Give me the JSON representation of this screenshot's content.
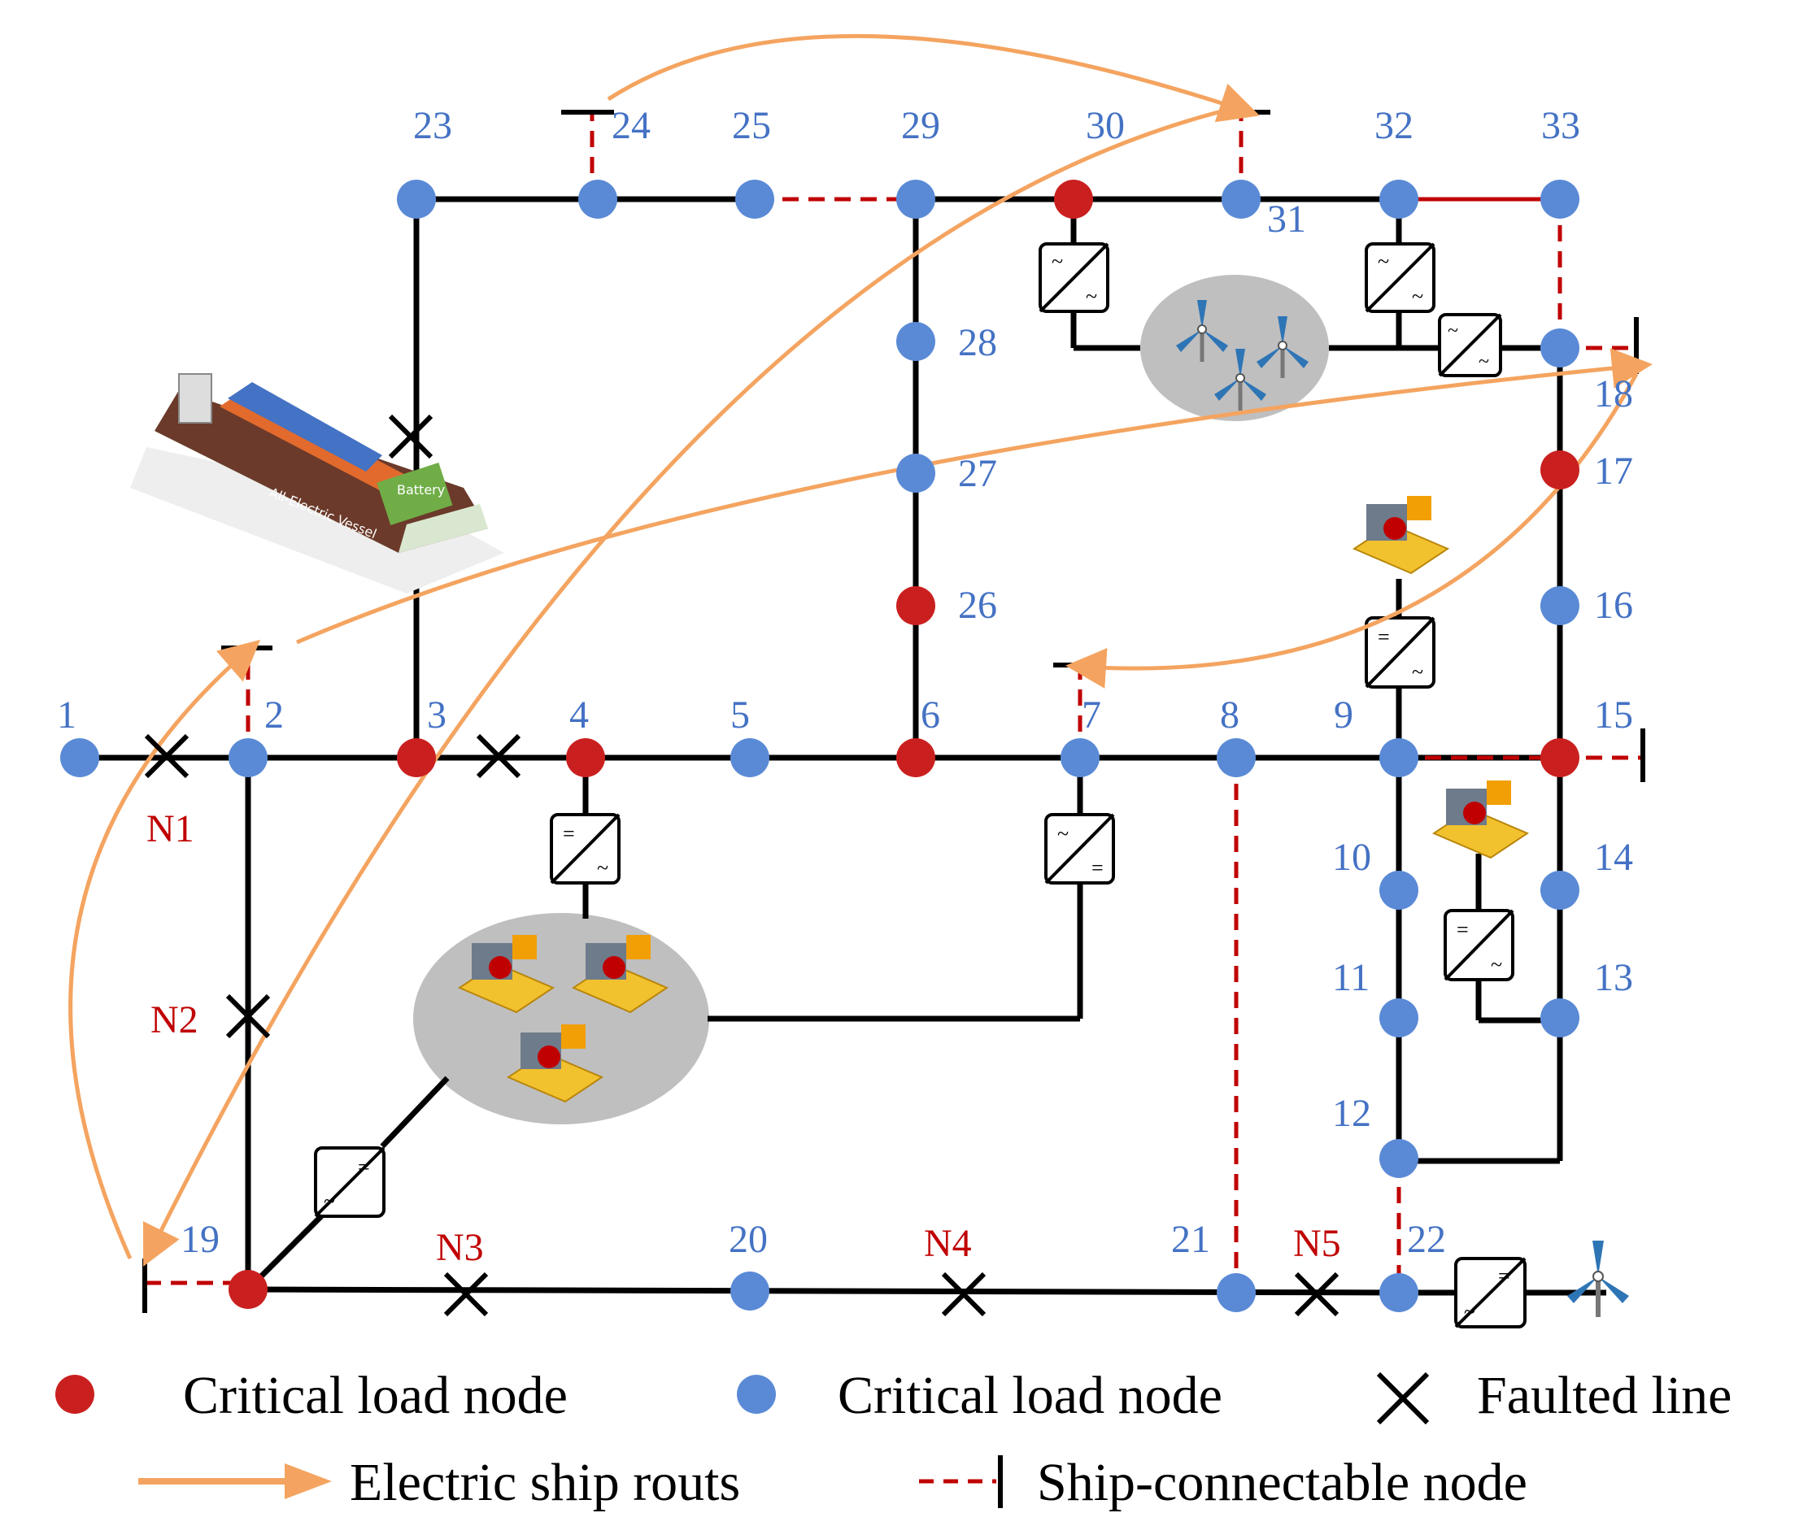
{
  "colors": {
    "critical_node": "#C9201F",
    "normal_node": "#4472C4",
    "line": "#000000",
    "ship_link": "#C00000",
    "ship_route": "#F4A460",
    "cloud": "#BFBFBF",
    "node_label": "#4472C4",
    "fault_label": "#C00000"
  },
  "nodes": [
    {
      "id": "1",
      "label": "1",
      "type": "normal"
    },
    {
      "id": "2",
      "label": "2",
      "type": "normal"
    },
    {
      "id": "3",
      "label": "3",
      "type": "critical"
    },
    {
      "id": "4",
      "label": "4",
      "type": "critical"
    },
    {
      "id": "5",
      "label": "5",
      "type": "normal"
    },
    {
      "id": "6",
      "label": "6",
      "type": "critical"
    },
    {
      "id": "7",
      "label": "7",
      "type": "normal"
    },
    {
      "id": "8",
      "label": "8",
      "type": "normal"
    },
    {
      "id": "9",
      "label": "9",
      "type": "normal"
    },
    {
      "id": "10",
      "label": "10",
      "type": "normal"
    },
    {
      "id": "11",
      "label": "11",
      "type": "normal"
    },
    {
      "id": "12",
      "label": "12",
      "type": "normal"
    },
    {
      "id": "13",
      "label": "13",
      "type": "normal"
    },
    {
      "id": "14",
      "label": "14",
      "type": "normal"
    },
    {
      "id": "15",
      "label": "15",
      "type": "critical"
    },
    {
      "id": "16",
      "label": "16",
      "type": "normal"
    },
    {
      "id": "17",
      "label": "17",
      "type": "critical"
    },
    {
      "id": "18",
      "label": "18",
      "type": "normal"
    },
    {
      "id": "19",
      "label": "19",
      "type": "critical"
    },
    {
      "id": "20",
      "label": "20",
      "type": "normal"
    },
    {
      "id": "21",
      "label": "21",
      "type": "normal"
    },
    {
      "id": "22",
      "label": "22",
      "type": "normal"
    },
    {
      "id": "23",
      "label": "23",
      "type": "normal"
    },
    {
      "id": "24",
      "label": "24",
      "type": "normal"
    },
    {
      "id": "25",
      "label": "25",
      "type": "normal"
    },
    {
      "id": "26",
      "label": "26",
      "type": "critical"
    },
    {
      "id": "27",
      "label": "27",
      "type": "normal"
    },
    {
      "id": "28",
      "label": "28",
      "type": "normal"
    },
    {
      "id": "29",
      "label": "29",
      "type": "normal"
    },
    {
      "id": "30",
      "label": "30",
      "type": "critical"
    },
    {
      "id": "31",
      "label": "31",
      "type": "normal"
    },
    {
      "id": "32",
      "label": "32",
      "type": "normal"
    },
    {
      "id": "33",
      "label": "33",
      "type": "normal"
    }
  ],
  "faults": [
    {
      "id": "N1",
      "label": "N1"
    },
    {
      "id": "N2",
      "label": "N2"
    },
    {
      "id": "N3",
      "label": "N3"
    },
    {
      "id": "N4",
      "label": "N4"
    },
    {
      "id": "N5",
      "label": "N5"
    }
  ],
  "ship": {
    "hull_text": "All-Electric Vessel",
    "battery_text": "Battery"
  },
  "legend": {
    "critical_red": "Critical load node",
    "critical_blue": "Critical load node",
    "faulted": "Faulted line",
    "routes": "Electric ship routs",
    "connectable": "Ship-connectable node"
  }
}
